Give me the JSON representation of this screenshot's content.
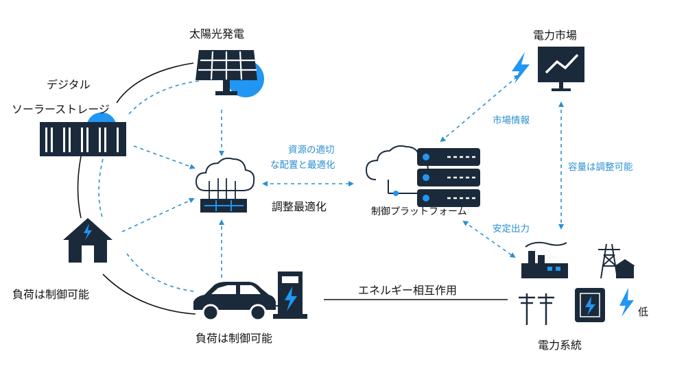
{
  "nodes": {
    "solar": "太陽光発電",
    "storage_line1": "デジタル",
    "storage_line2": "ソーラーストレージ",
    "house": "負荷は制御可能",
    "ev": "負荷は制御可能",
    "hub": "調整最適化",
    "platform": "制御プラットフォーム",
    "market": "電力市場",
    "grid": "電力系統",
    "grid_low": "低"
  },
  "links": {
    "hub_platform_line1": "資源の適切",
    "hub_platform_line2": "な配置と最適化",
    "platform_market": "市場情報",
    "market_grid": "容量は調整可能",
    "platform_grid": "安定出力",
    "ev_grid": "エネルギー相互作用"
  },
  "colors": {
    "icon": "#1b2a3b",
    "accent": "#2196f3",
    "dash": "#2a8fd0",
    "line": "#111111"
  },
  "icons": [
    "solar-panel-icon",
    "storage-container-icon",
    "house-icon",
    "ev-car-icon",
    "charger-icon",
    "cloud-hub-icon",
    "server-icon",
    "lightning-icon",
    "market-board-icon",
    "power-plant-icon",
    "pylon-icon",
    "transformer-icon",
    "utility-pole-icon"
  ]
}
